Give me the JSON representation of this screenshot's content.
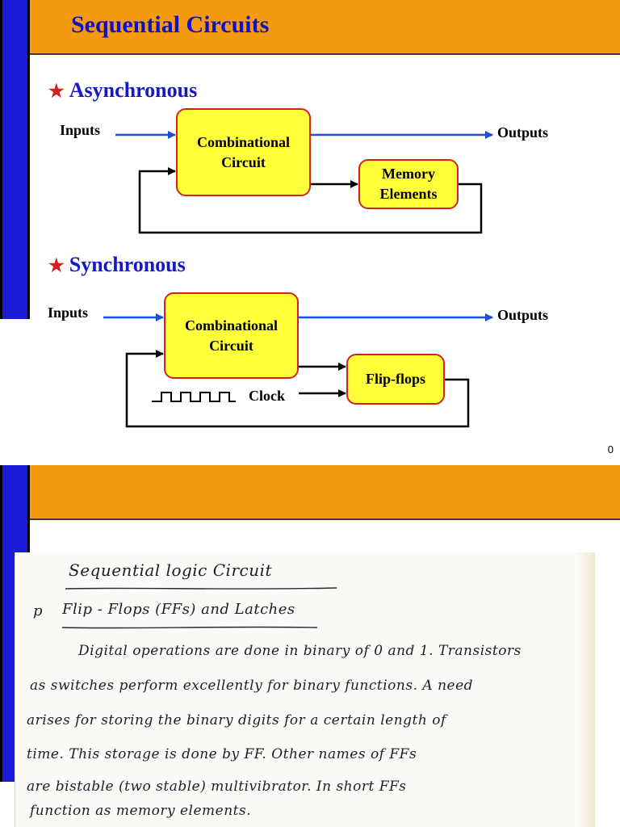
{
  "slide1": {
    "title": "Sequential Circuits",
    "page_number": "0",
    "asynchronous": {
      "heading": "Asynchronous",
      "inputs_label": "Inputs",
      "outputs_label": "Outputs",
      "comb_line1": "Combinational",
      "comb_line2": "Circuit",
      "memory_line1": "Memory",
      "memory_line2": "Elements"
    },
    "synchronous": {
      "heading": "Synchronous",
      "inputs_label": "Inputs",
      "outputs_label": "Outputs",
      "comb_line1": "Combinational",
      "comb_line2": "Circuit",
      "flipflops_label": "Flip-flops",
      "clock_label": "Clock"
    }
  },
  "slide2": {
    "notes": {
      "title": "Sequential logic Circuit",
      "subtitle": "Flip - Flops (FFs) and Latches",
      "lines": [
        "Digital operations are done in binary of 0 and 1. Transistors",
        "as switches perform excellently for binary functions. A need",
        "arises for storing the binary digits for a certain length of",
        "time. This storage is done by FF. Other names of FFs",
        "are bistable (two stable) multivibrator. In short FFs",
        "function as memory elements."
      ]
    }
  },
  "colors": {
    "header_orange": "#f59a0c",
    "sidebar_blue": "#1b1bd8",
    "title_blue": "#1010c8",
    "block_yellow": "#ffff3a",
    "block_border_red": "#d62020",
    "wire_blue": "#1a4fd8",
    "star_red": "#d42020"
  },
  "icons": {
    "bullet": "star-icon",
    "clock_signal": "square-wave-icon"
  }
}
